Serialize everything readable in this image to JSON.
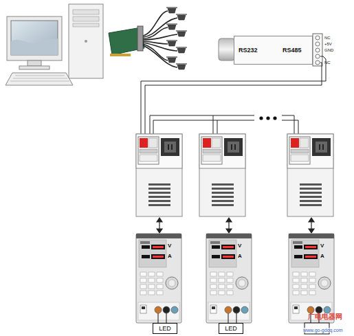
{
  "diagram": {
    "nodes": [
      {
        "text": [
          "RS232",
          "RS485"
        ]
      },
      {
        "text": [
          "LED"
        ]
      },
      {
        "text": [
          "LED"
        ]
      }
    ],
    "labels": [
      "NC",
      "+5V",
      "GND",
      "NC",
      "V",
      "A",
      "V",
      "A",
      "V",
      "A",
      "广电电器网",
      "www.go-gddq.com"
    ]
  }
}
